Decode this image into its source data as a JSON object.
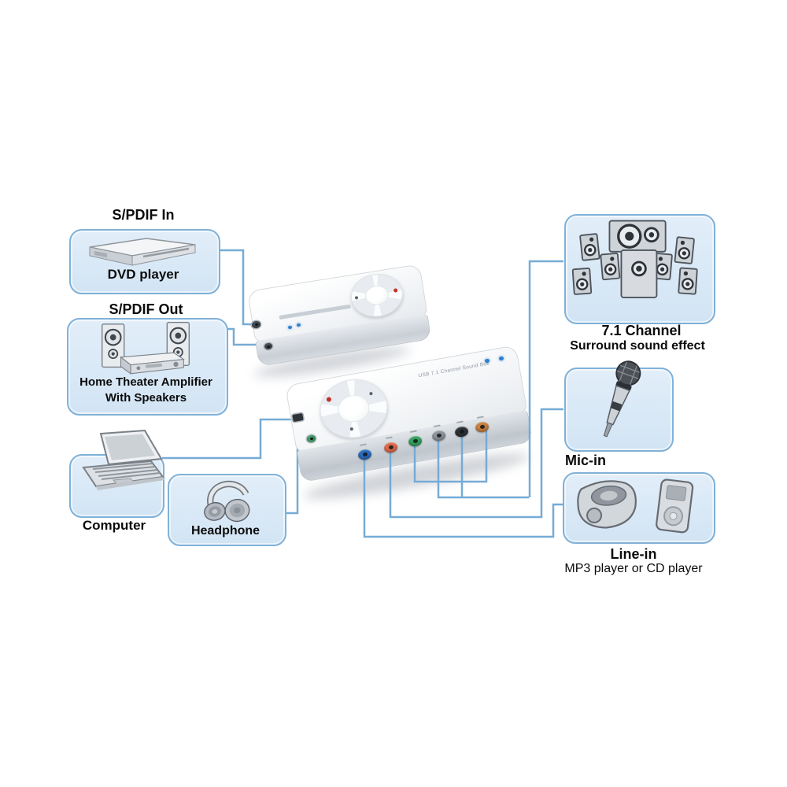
{
  "nodes": {
    "spdif_in": {
      "title": "S/PDIF In",
      "caption": "DVD player"
    },
    "spdif_out": {
      "title": "S/PDIF Out",
      "caption1": "Home Theater Amplifier",
      "caption2": "With Speakers"
    },
    "computer": {
      "caption": "Computer"
    },
    "headphone": {
      "caption": "Headphone"
    },
    "surround": {
      "caption1": "7.1 Channel",
      "caption2": "Surround sound effect"
    },
    "mic": {
      "caption": "Mic-in"
    },
    "line_in": {
      "caption1": "Line-in",
      "caption2": "MP3 player or CD player"
    }
  },
  "device": {
    "print_label": "USB 7.1 Channel Sound Box"
  },
  "jacks": [
    {
      "name": "line-in",
      "color": "#2b6bbd"
    },
    {
      "name": "mic-in",
      "color": "#dd6a4d"
    },
    {
      "name": "front-out",
      "color": "#35a05e"
    },
    {
      "name": "side-out",
      "color": "#8d9399"
    },
    {
      "name": "rear-out",
      "color": "#2d3136"
    },
    {
      "name": "center-sub-out",
      "color": "#c8803f"
    }
  ],
  "colors": {
    "connector": "#76abd6",
    "box_fill": "#d9e8f6",
    "box_border": "#80b1d8",
    "led_blue": "#2f7fd0",
    "dial_button_red": "#c4302b",
    "dial_mark_dark": "#59626b"
  }
}
